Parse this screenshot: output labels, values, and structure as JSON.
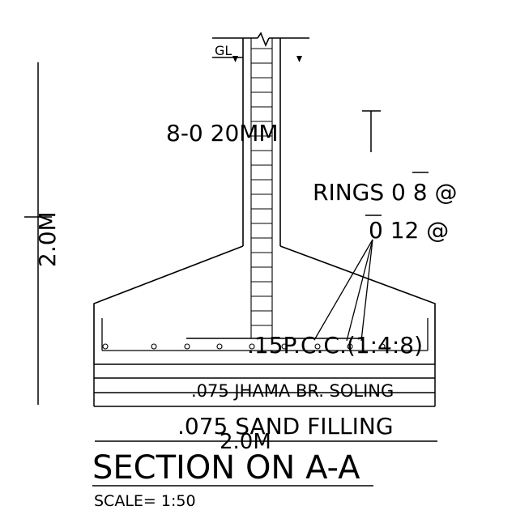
{
  "labels": {
    "ground_level": "GL",
    "main_bars": "8-0 20MM",
    "rings_1": "RINGS 0 8 @",
    "rings_2": "0 12 @",
    "pcc": ".15P.C.C.(1:4:8)",
    "soling": ".075 JHAMA BR. SOLING",
    "sand": ".075 SAND FILLING",
    "vertical_dim": "2.0M",
    "horizontal_dim": "2.0M",
    "section_title": "SECTION ON A-A",
    "scale": "SCALE= 1:50"
  },
  "colors": {
    "line": "#000000",
    "background": "#ffffff"
  }
}
